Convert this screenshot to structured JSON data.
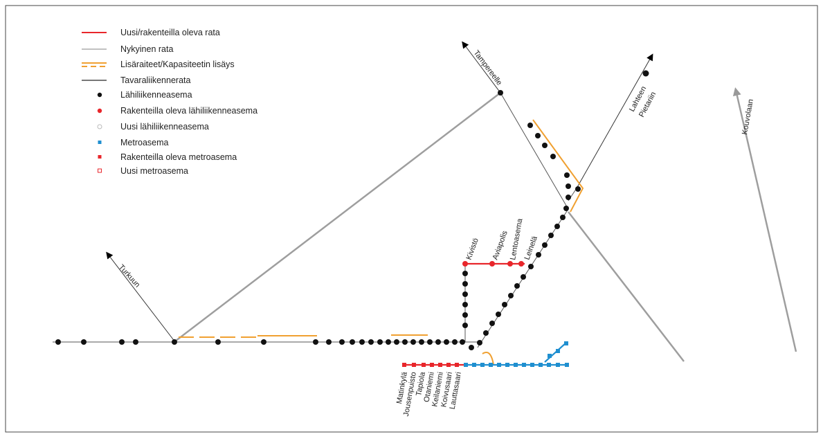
{
  "legend": {
    "items": [
      {
        "label": "Uusi/rakenteilla oleva rata",
        "symbol": "line",
        "color": "#e8262b"
      },
      {
        "label": "Nykyinen rata",
        "symbol": "line",
        "color": "#9a9a9a"
      },
      {
        "label": "Lisäraiteet/Kapasiteetin lisäys",
        "symbol": "dashed",
        "color": "#f0a030"
      },
      {
        "label": "Tavaraliikennerata",
        "symbol": "line",
        "color": "#777777"
      },
      {
        "label": "Lähiliikenneasema",
        "symbol": "dot",
        "color": "#111111"
      },
      {
        "label": "Rakenteilla oleva lähiliikenneasema",
        "symbol": "dot",
        "color": "#e8262b"
      },
      {
        "label": "Uusi lähiliikenneasema",
        "symbol": "ring",
        "color": "#bbbbbb"
      },
      {
        "label": "Metroasema",
        "symbol": "square",
        "color": "#1f8fd0"
      },
      {
        "label": "Rakenteilla oleva metroasema",
        "symbol": "square",
        "color": "#e8262b"
      },
      {
        "label": "Uusi metroasema",
        "symbol": "square-outline",
        "color": "#e8262b"
      }
    ]
  },
  "directions": {
    "tampere": "Tampereelle",
    "lahti": "Lahteen",
    "pietari": "Pietariin",
    "kouvola": "Kouvolaan",
    "turku": "Turkuun"
  },
  "ring_stations": [
    "Kivistö",
    "Aviapolis",
    "Lentoasema",
    "Leinelä"
  ],
  "metro_stations": [
    "Matinkylä",
    "Jousenpuisto",
    "Tapiola",
    "Otaniemi",
    "Keilaniemi",
    "Koivusaari",
    "Lauttasaari"
  ],
  "colors": {
    "new_line": "#e8262b",
    "existing_line": "#555555",
    "freight": "#9e9e9e",
    "capacity": "#f0a030",
    "station": "#111111",
    "metro": "#1f8fd0",
    "metro_new": "#e8262b"
  }
}
